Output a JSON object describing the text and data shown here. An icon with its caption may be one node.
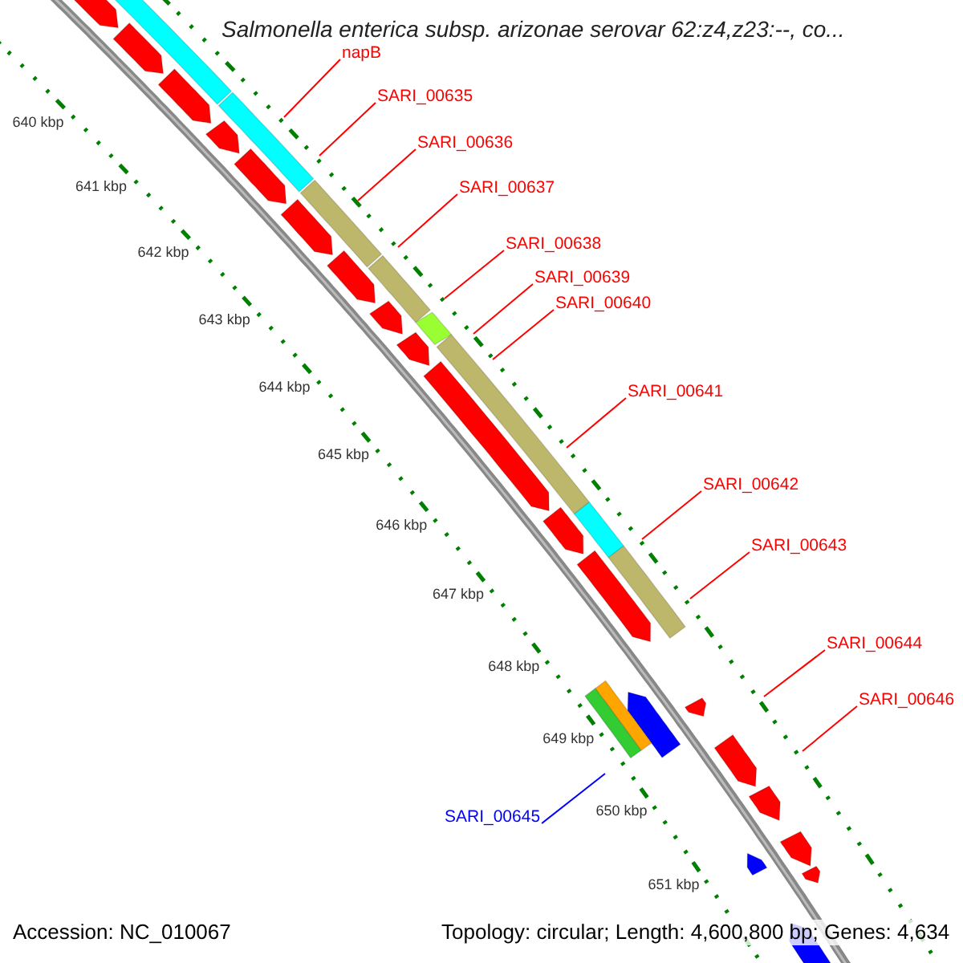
{
  "diagram": {
    "title": "Salmonella enterica subsp. arizonae serovar 62:z4,z23:--, co...",
    "nodes": [
      {
        "text": [
          "napB"
        ]
      },
      {
        "text": [
          "SARI_00635"
        ]
      },
      {
        "text": [
          "SARI_00636"
        ]
      },
      {
        "text": [
          "SARI_00637"
        ]
      },
      {
        "text": [
          "SARI_00638"
        ]
      },
      {
        "text": [
          "SARI_00639"
        ]
      },
      {
        "text": [
          "SARI_00640"
        ]
      },
      {
        "text": [
          "SARI_00641"
        ]
      },
      {
        "text": [
          "SARI_00642"
        ]
      },
      {
        "text": [
          "SARI_00643"
        ]
      },
      {
        "text": [
          "SARI_00644"
        ]
      },
      {
        "text": [
          "SARI_00646"
        ]
      },
      {
        "text": [
          "SARI_00645"
        ]
      }
    ],
    "edges": [
      {
        "from": 0,
        "to": null,
        "arrow": "none"
      },
      {
        "from": 1,
        "to": null,
        "arrow": "none"
      },
      {
        "from": 2,
        "to": null,
        "arrow": "none"
      },
      {
        "from": 3,
        "to": null,
        "arrow": "none"
      },
      {
        "from": 4,
        "to": null,
        "arrow": "none"
      },
      {
        "from": 5,
        "to": null,
        "arrow": "none"
      },
      {
        "from": 6,
        "to": null,
        "arrow": "none"
      },
      {
        "from": 7,
        "to": null,
        "arrow": "none"
      },
      {
        "from": 8,
        "to": null,
        "arrow": "none"
      },
      {
        "from": 9,
        "to": null,
        "arrow": "none"
      },
      {
        "from": 10,
        "to": null,
        "arrow": "none"
      },
      {
        "from": 11,
        "to": null,
        "arrow": "none"
      },
      {
        "from": 12,
        "to": null,
        "arrow": "none",
        "color": "#0000ff"
      }
    ],
    "labels": [
      "640 kbp",
      "641 kbp",
      "642 kbp",
      "643 kbp",
      "644 kbp",
      "645 kbp",
      "646 kbp",
      "647 kbp",
      "648 kbp",
      "649 kbp",
      "650 kbp",
      "651 kbp",
      "Accession: NC_010067",
      "Topology: circular; Length: 4,600,800 bp; Genes: 4,634"
    ]
  }
}
